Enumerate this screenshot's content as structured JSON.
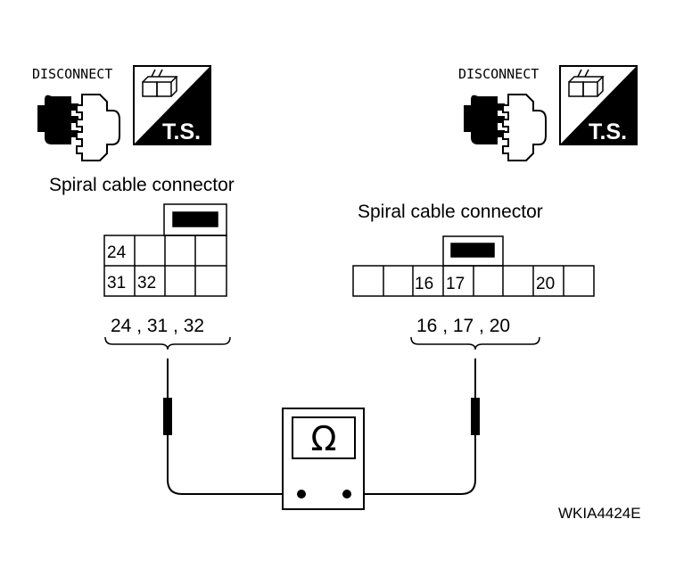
{
  "left_panel": {
    "disconnect_label": "DISCONNECT",
    "ts_label": "T.S.",
    "connector_title": "Spiral cable connector",
    "pin_labels": [
      "24",
      "31",
      "32"
    ],
    "pins_summary": "24 , 31 , 32"
  },
  "right_panel": {
    "disconnect_label": "DISCONNECT",
    "ts_label": "T.S.",
    "connector_title": "Spiral cable connector",
    "pin_labels": [
      "16",
      "17",
      "20"
    ],
    "pins_summary": "16 , 17 , 20"
  },
  "meter": {
    "symbol": "Ω",
    "icon": "ohmmeter-icon"
  },
  "figure_code": "WKIA4424E"
}
